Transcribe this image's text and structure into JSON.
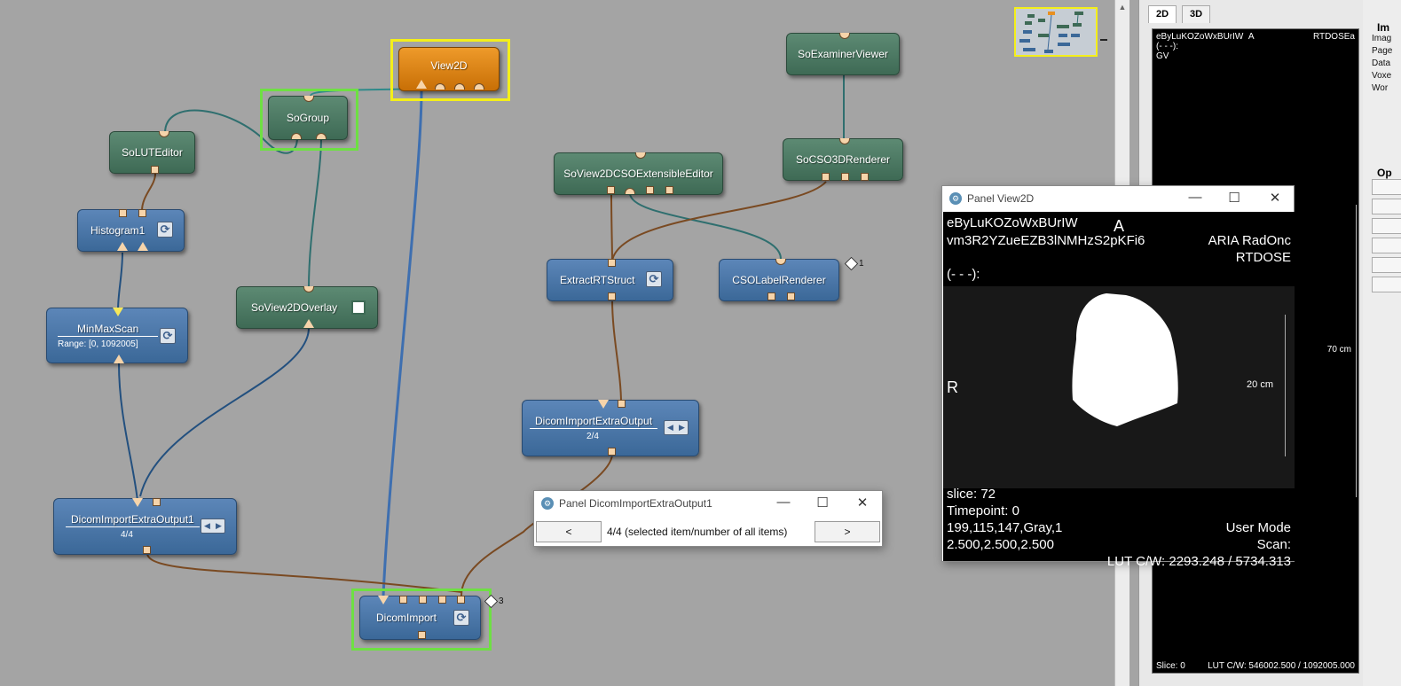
{
  "modules": {
    "view2d": "View2D",
    "so_examiner_viewer": "SoExaminerViewer",
    "so_group": "SoGroup",
    "so_lut_editor": "SoLUTEditor",
    "histogram": "Histogram1",
    "minmax": {
      "name": "MinMaxScan",
      "range": "Range: [0, 1092005]"
    },
    "so_view2d_overlay": "SoView2DOverlay",
    "dicom_extra_1": {
      "name": "DicomImportExtraOutput1",
      "index": "4/4"
    },
    "dicom_import": {
      "name": "DicomImport",
      "badge": "3"
    },
    "cso_editor": "SoView2DCSOExtensibleEditor",
    "cso3d_renderer": "SoCSO3DRenderer",
    "extract_rtstruct": "ExtractRTStruct",
    "cso_label_renderer": {
      "name": "CSOLabelRenderer",
      "badge": "1"
    },
    "dicom_extra": {
      "name": "DicomImportExtraOutput",
      "index": "2/4"
    }
  },
  "right_panel": {
    "tabs": [
      "2D",
      "3D"
    ],
    "viewer": {
      "top_left_1": "eByLuKOZoWxBUrIW",
      "top_left_marker": "A",
      "top_left_2": "(- - -):",
      "top_left_3": "GV",
      "top_right": "RTDOSEa",
      "scale": "70 cm",
      "bottom_left": "Slice: 0",
      "bottom_right": "LUT C/W: 546002.500 / 1092005.000"
    },
    "info_header": "Im",
    "info_rows": [
      "Imag",
      "Page",
      "Data",
      "Voxe",
      "Wor"
    ],
    "ops_header": "Op"
  },
  "panel_view2d": {
    "title": "Panel View2D",
    "line1": "eByLuKOZoWxBUrIW",
    "marker_a": "A",
    "line2": "vm3R2YZueEZB3lNMHzS2pKFi6",
    "right1": "ARIA RadOnc",
    "right2": "RTDOSE",
    "line3": "(- - -):",
    "marker_r": "R",
    "scale": "20 cm",
    "slice": "slice:  72",
    "timepoint": "Timepoint: 0",
    "dims": "199,115,147,Gray,1",
    "voxel": "2.500,2.500,2.500",
    "user_mode": "User Mode",
    "scan": "Scan:",
    "lut": "LUT C/W: 2293.248 / 5734.313"
  },
  "panel_dicom": {
    "title": "Panel DicomImportExtraOutput1",
    "prev": "<",
    "status": "4/4  (selected item/number of all items)",
    "next": ">"
  }
}
